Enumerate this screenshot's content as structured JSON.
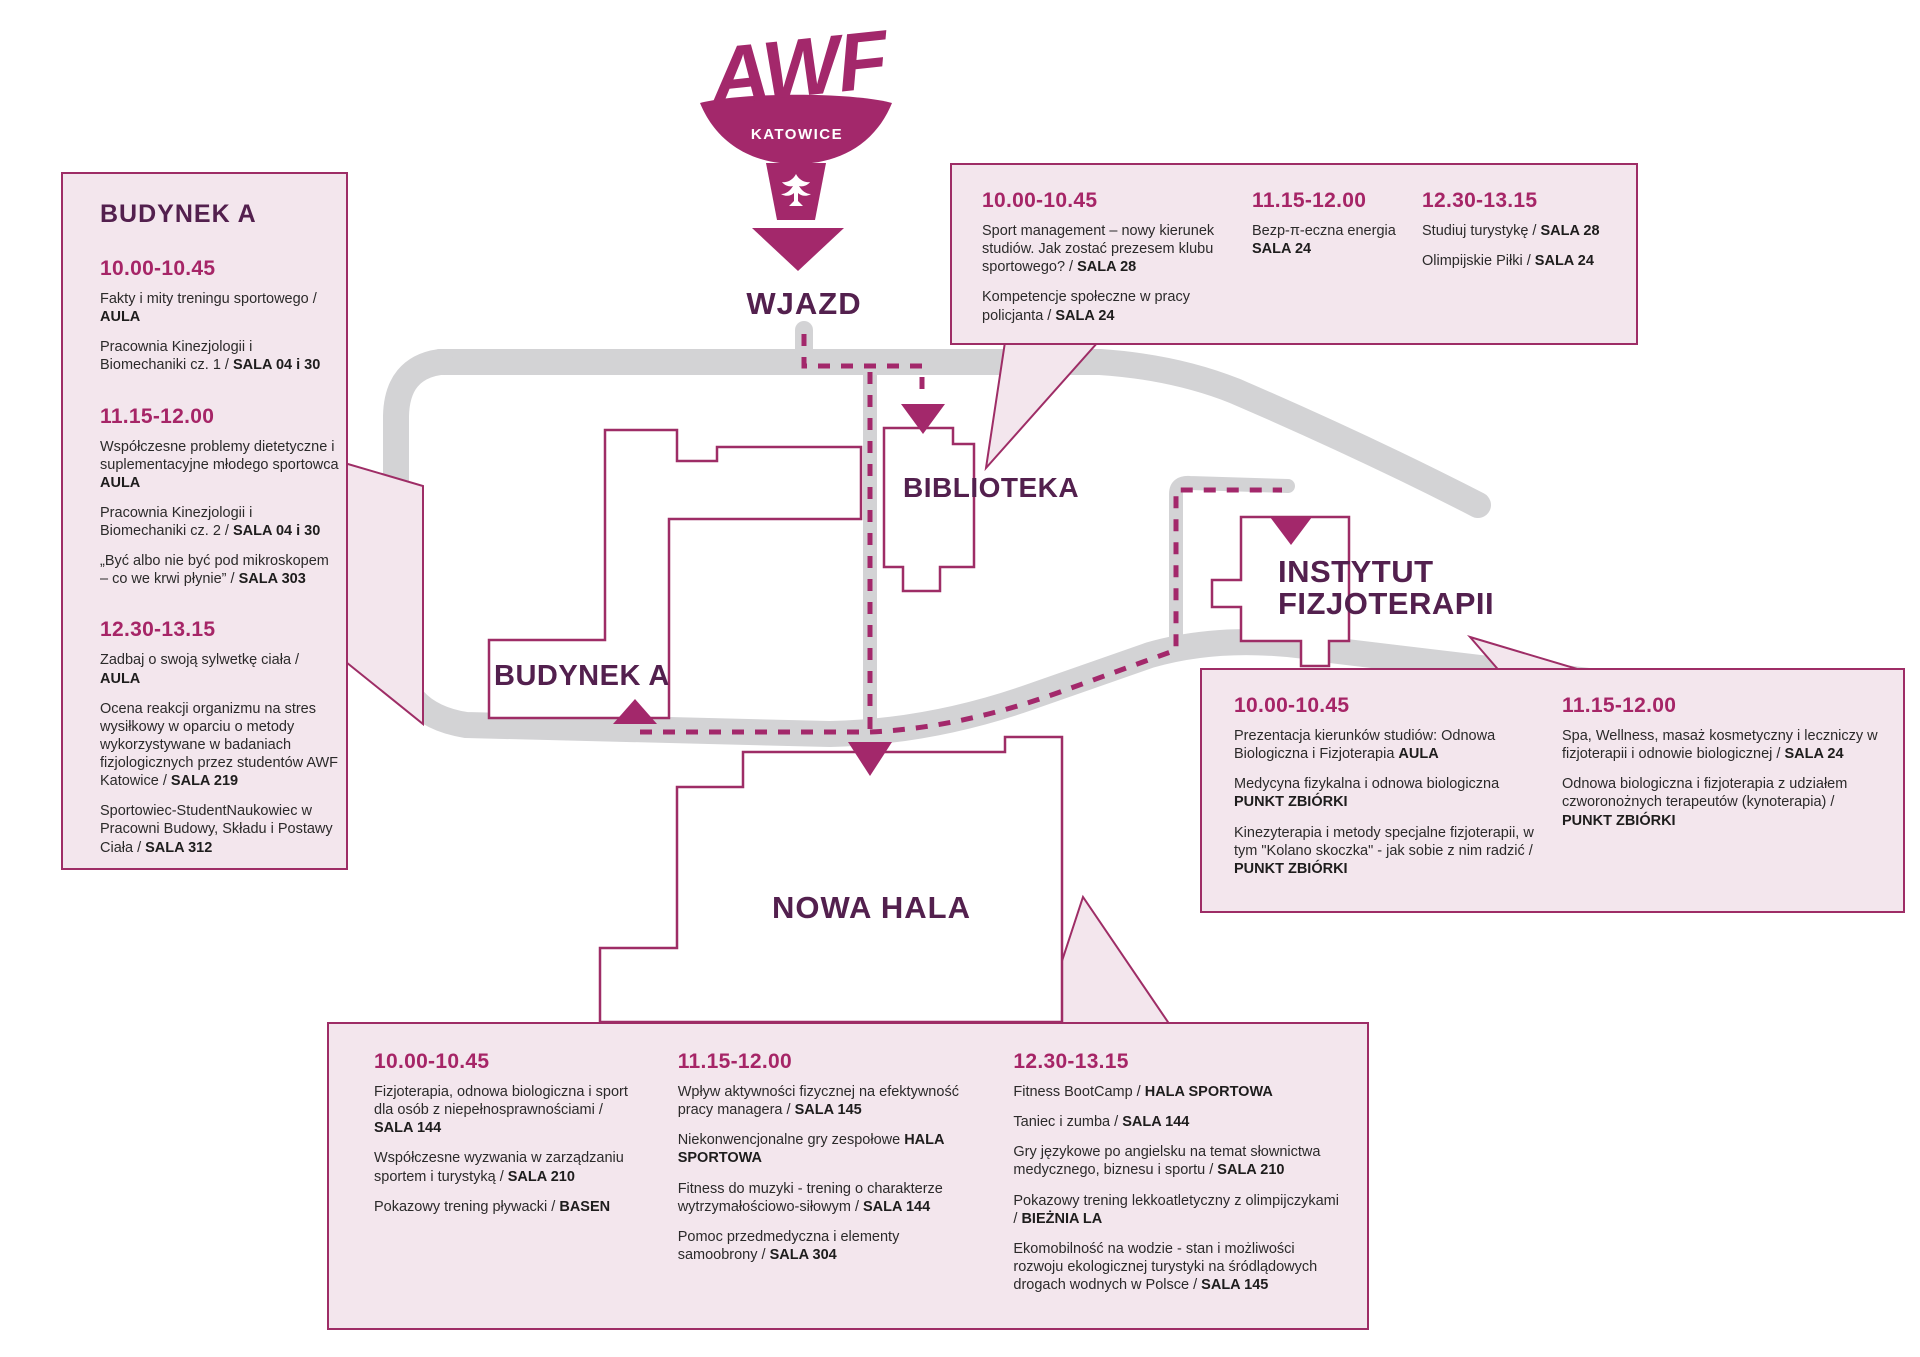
{
  "logo": {
    "acronym": "AWF",
    "city": "KATOWICE"
  },
  "map": {
    "entrance_label": "WJAZD",
    "building_labels": {
      "budynek_a": "BUDYNEK A",
      "biblioteka": "BIBLIOTEKA",
      "nowa_hala": "NOWA HALA",
      "instytut_line1": "INSTYTUT",
      "instytut_line2": "FIZJOTERAPII"
    }
  },
  "colors": {
    "brand_magenta": "#a3286b",
    "heading_purple": "#53204e",
    "time_magenta": "#a62567",
    "panel_bg": "#f3e6ed",
    "panel_border": "#9e2d66",
    "road_gray": "#d3d3d5",
    "body_text": "#2b2a2a"
  },
  "panels": [
    {
      "id": "budynek-a-panel",
      "title": "BUDYNEK A",
      "columns": [
        [
          {
            "time": "10.00-10.45",
            "events": [
              {
                "text": "Fakty i mity treningu sportowego / ",
                "location": "AULA"
              },
              {
                "text": "Pracownia Kinezjologii i Biomechaniki cz. 1 / ",
                "location": "SALA 04 i 30"
              }
            ]
          },
          {
            "time": "11.15-12.00",
            "events": [
              {
                "text": "Współczesne problemy dietetyczne i suplementacyjne młodego sportowca ",
                "location": "AULA"
              },
              {
                "text": "Pracownia Kinezjologii i Biomechaniki cz. 2 / ",
                "location": "SALA 04 i 30"
              },
              {
                "text": "„Być albo nie być pod mikroskopem – co we krwi płynie” / ",
                "location": "SALA 303"
              }
            ]
          },
          {
            "time": "12.30-13.15",
            "events": [
              {
                "text": "Zadbaj o swoją sylwetkę ciała / ",
                "location": "AULA"
              },
              {
                "text": "Ocena reakcji organizmu na stres wysiłkowy w oparciu o metody wykorzystywane w badaniach fizjologicznych przez studentów AWF Katowice / ",
                "location": "SALA 219"
              },
              {
                "text": "Sportowiec-StudentNaukowiec w Pracowni Budowy, Składu i Postawy Ciała / ",
                "location": "SALA 312"
              }
            ]
          }
        ]
      ]
    },
    {
      "id": "biblioteka-panel",
      "title": "",
      "columns": [
        [
          {
            "time": "10.00-10.45",
            "events": [
              {
                "text": "Sport management – nowy kierunek studiów. Jak zostać prezesem klubu sportowego? / ",
                "location": "SALA 28"
              },
              {
                "text": "Kompetencje społeczne w pracy policjanta / ",
                "location": "SALA 24"
              }
            ]
          }
        ],
        [
          {
            "time": "11.15-12.00",
            "events": [
              {
                "text": "Bezp-π-eczna energia ",
                "location": "SALA 24"
              }
            ]
          }
        ],
        [
          {
            "time": "12.30-13.15",
            "events": [
              {
                "text": "Studiuj turystykę / ",
                "location": "SALA 28"
              },
              {
                "text": "Olimpijskie Piłki / ",
                "location": "SALA 24"
              }
            ]
          }
        ]
      ]
    },
    {
      "id": "instytut-panel",
      "title": "",
      "columns": [
        [
          {
            "time": "10.00-10.45",
            "events": [
              {
                "text": "Prezentacja kierunków studiów: Odnowa Biologiczna i Fizjoterapia ",
                "location": "AULA"
              },
              {
                "text": "Medycyna fizykalna i odnowa biologiczna ",
                "location": "PUNKT ZBIÓRKI"
              },
              {
                "text": "Kinezyterapia i metody specjalne fizjoterapii, w tym \"Kolano skoczka\" - jak sobie z nim radzić / ",
                "location": "PUNKT ZBIÓRKI"
              }
            ]
          }
        ],
        [
          {
            "time": "11.15-12.00",
            "events": [
              {
                "text": "Spa, Wellness, masaż kosmetyczny i leczniczy w fizjoterapii i odnowie biologicznej / ",
                "location": "SALA 24"
              },
              {
                "text": "Odnowa biologiczna i fizjoterapia z udziałem czworonożnych terapeutów (kynoterapia) / ",
                "location": "PUNKT ZBIÓRKI"
              }
            ]
          }
        ]
      ]
    },
    {
      "id": "nowa-hala-panel",
      "title": "",
      "columns": [
        [
          {
            "time": "10.00-10.45",
            "events": [
              {
                "text": "Fizjoterapia, odnowa biologiczna i sport dla osób z niepełnosprawnościami / ",
                "location": "SALA 144"
              },
              {
                "text": "Współczesne wyzwania w zarządzaniu sportem i turystyką / ",
                "location": "SALA 210"
              },
              {
                "text": "Pokazowy trening pływacki / ",
                "location": "BASEN"
              }
            ]
          }
        ],
        [
          {
            "time": "11.15-12.00",
            "events": [
              {
                "text": "Wpływ aktywności fizycznej na efektywność pracy managera / ",
                "location": "SALA 145"
              },
              {
                "text": "Niekonwencjonalne gry zespołowe ",
                "location": "HALA SPORTOWA"
              },
              {
                "text": "Fitness do muzyki - trening o charakterze wytrzymałościowo-siłowym / ",
                "location": "SALA 144"
              },
              {
                "text": "Pomoc przedmedyczna i elementy samoobrony / ",
                "location": "SALA 304"
              }
            ]
          }
        ],
        [
          {
            "time": "12.30-13.15",
            "events": [
              {
                "text": "Fitness BootCamp / ",
                "location": "HALA SPORTOWA"
              },
              {
                "text": "Taniec i zumba / ",
                "location": "SALA 144"
              },
              {
                "text": "Gry językowe po angielsku na temat słownictwa medycznego, biznesu i sportu / ",
                "location": "SALA 210"
              },
              {
                "text": "Pokazowy trening lekkoatletyczny z olimpijczykami / ",
                "location": "BIEŻNIA LA"
              },
              {
                "text": "Ekomobilność na wodzie - stan i możliwości rozwoju ekologicznej turystyki na śródlądowych drogach wodnych w Polsce / ",
                "location": "SALA 145"
              }
            ]
          }
        ]
      ]
    }
  ]
}
